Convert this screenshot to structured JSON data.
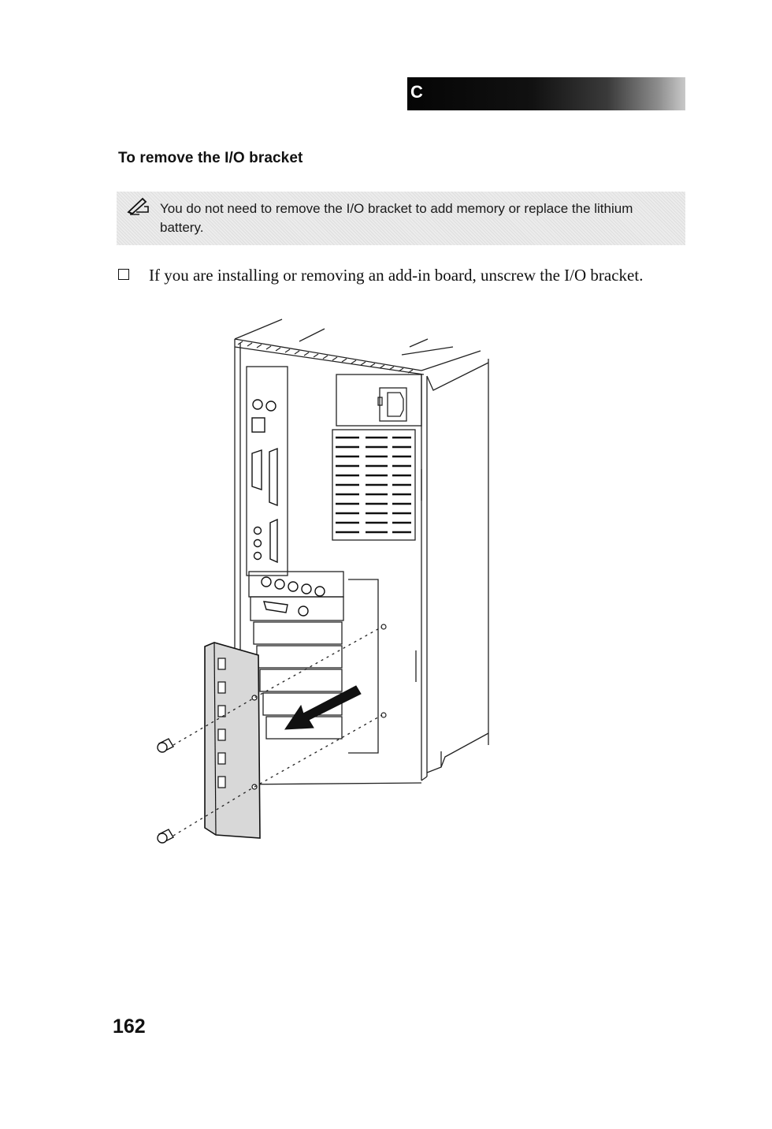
{
  "header": {
    "chapter_tab_letter": "C"
  },
  "section": {
    "heading": "To remove the I/O bracket"
  },
  "note": {
    "icon": "pencil-note-icon",
    "text": "You do not need to remove the I/O bracket to add memory or replace the lithium battery."
  },
  "steps": [
    {
      "icon": "checkbox-icon",
      "text": "If you are installing or removing an add-in board, unscrew the I/O bracket."
    }
  ],
  "illustration": {
    "subject": "computer-rear-panel-io-bracket-removal"
  },
  "footer": {
    "page_number": "162"
  }
}
